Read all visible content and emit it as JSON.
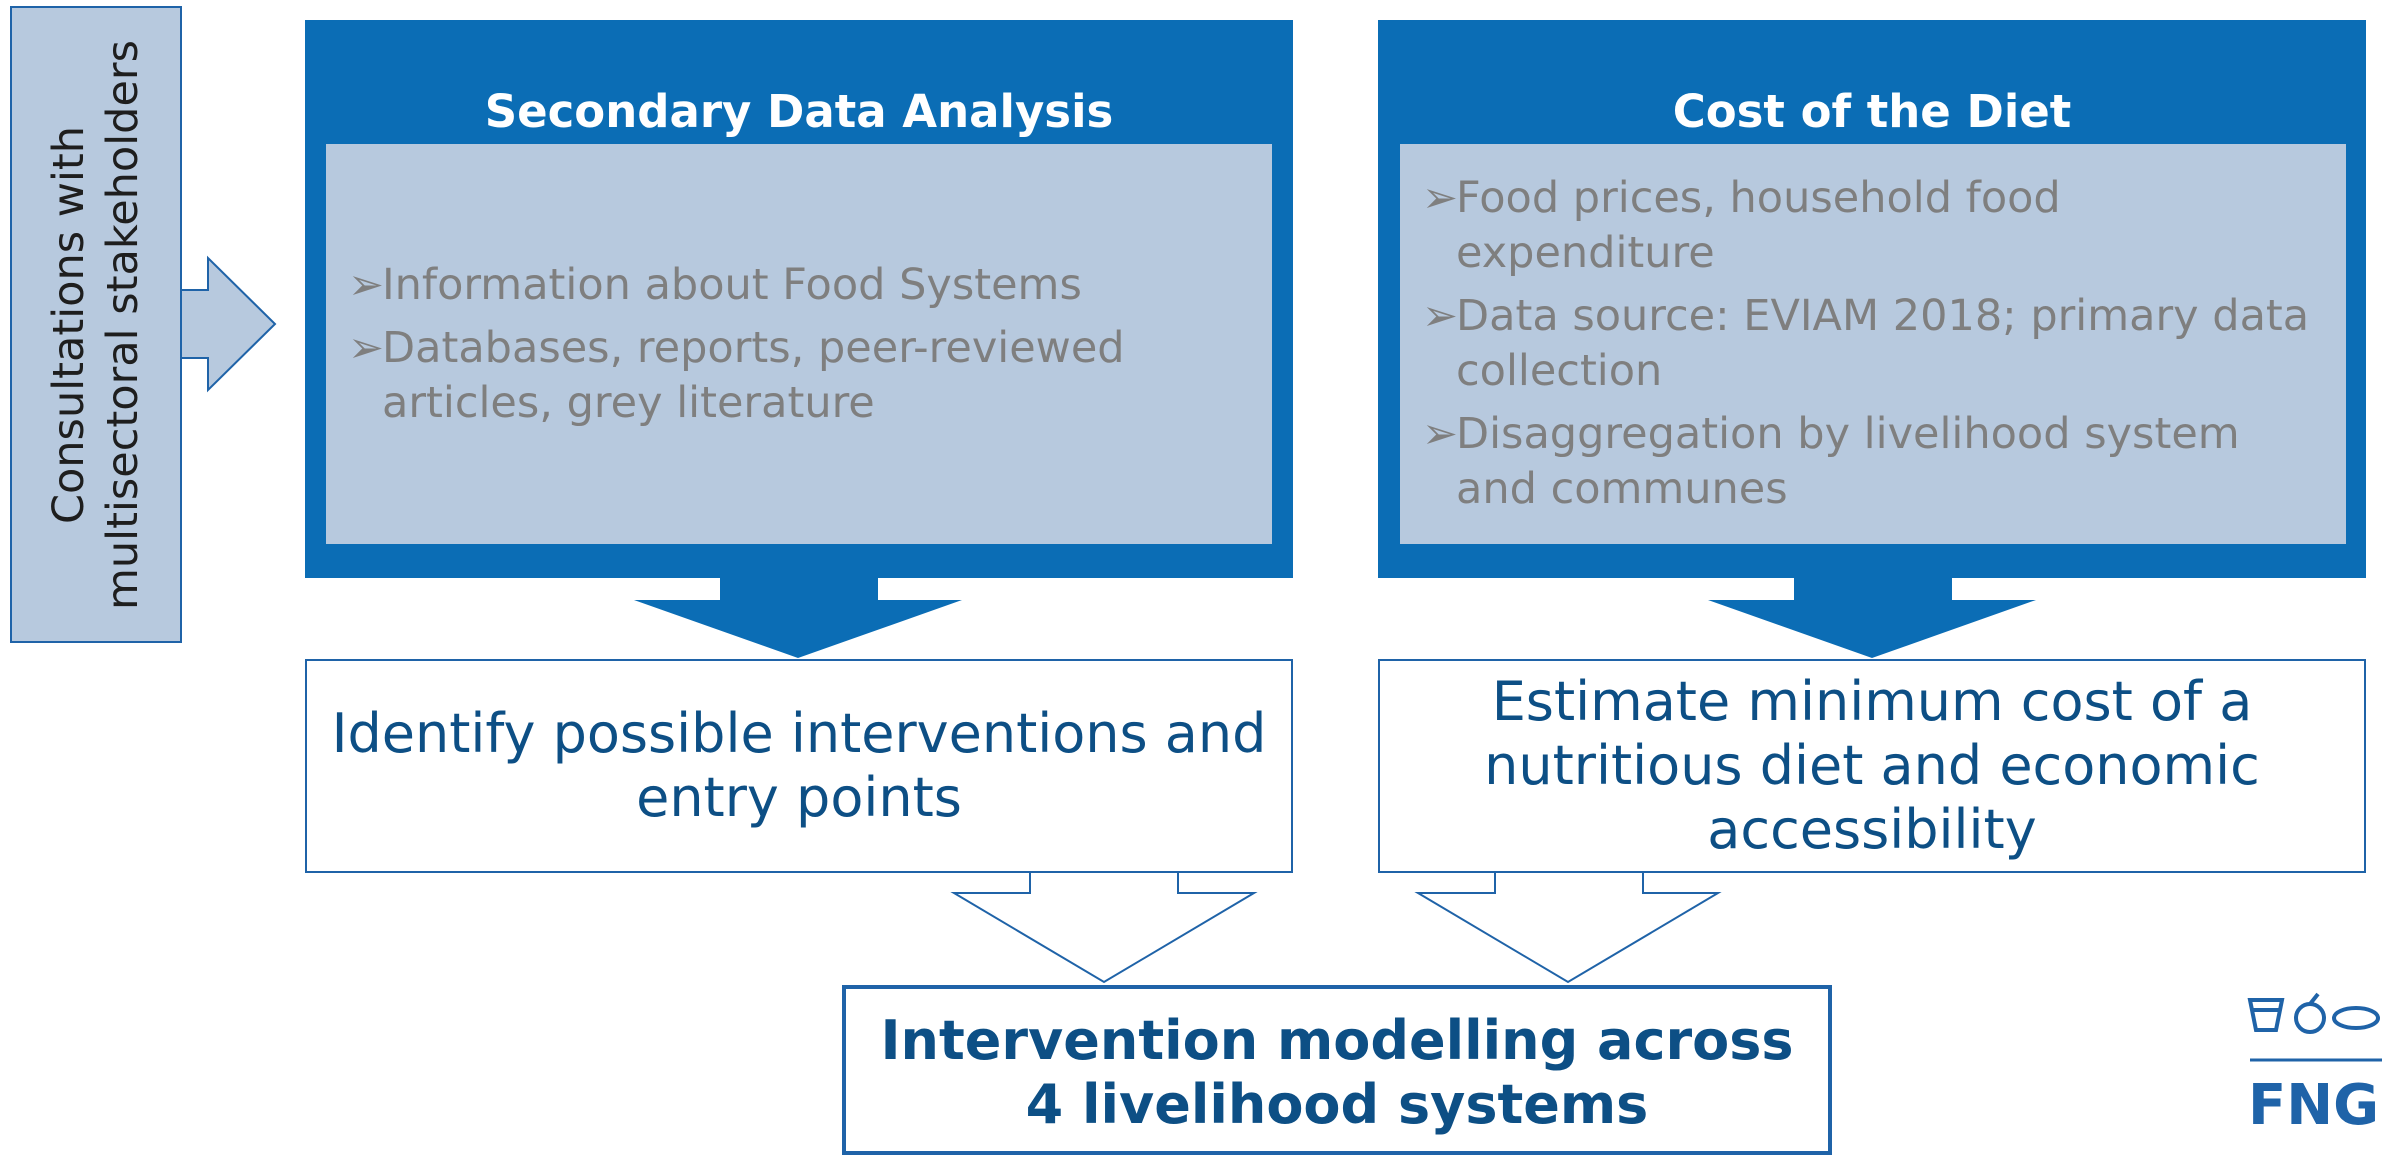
{
  "stakeholders": {
    "line1": "Consultations with",
    "line2": "multisectoral stakeholders"
  },
  "left_panel": {
    "title": "Secondary Data Analysis",
    "bullets": [
      "Information about Food Systems",
      "Databases, reports, peer-reviewed articles, grey literature"
    ]
  },
  "right_panel": {
    "title": "Cost of the Diet",
    "bullets": [
      "Food prices, household food expenditure",
      "Data source: EVIAM 2018; primary data collection",
      "Disaggregation by livelihood system and communes"
    ]
  },
  "outputs": {
    "left": "Identify possible interventions and entry points",
    "right": "Estimate minimum cost of a nutritious diet and economic accessibility"
  },
  "final": {
    "line1": "Intervention modelling across",
    "line2": "4 livelihood systems"
  },
  "logo": {
    "text": "FNG"
  },
  "bullet_marker": "➢",
  "colors": {
    "primary_blue": "#0b6db5",
    "light_blue": "#b7c9de",
    "dark_text_blue": "#0d4f85",
    "bullet_grey": "#7f7f7f"
  }
}
